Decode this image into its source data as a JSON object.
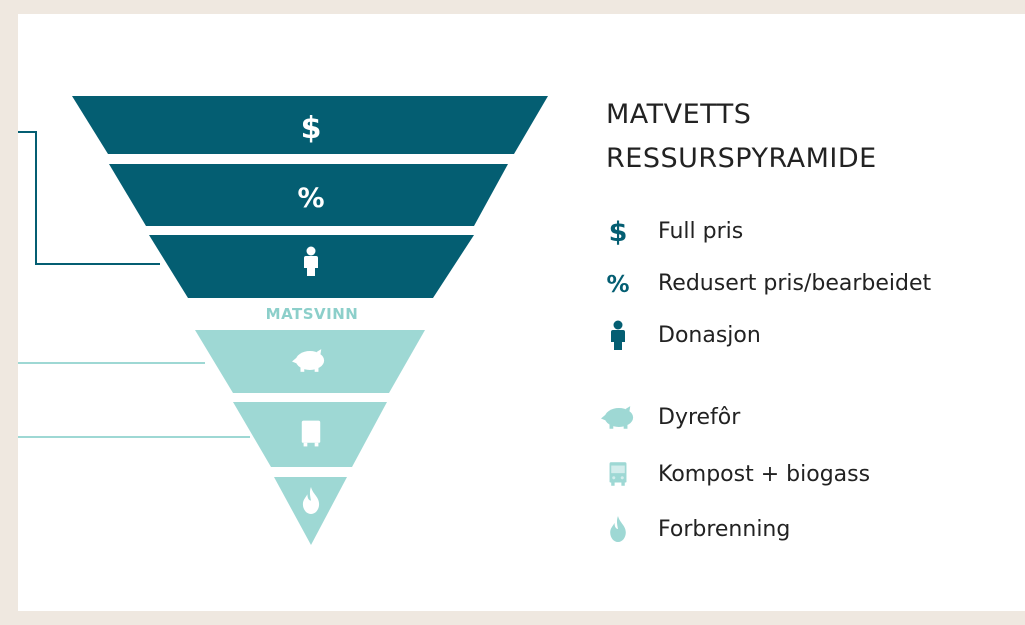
{
  "title": {
    "line1": "MATVETTS",
    "line2": "RESSURSPYRAMIDE"
  },
  "colors": {
    "dark": "#045e72",
    "light": "#9ed8d4",
    "text": "#222222",
    "background": "#ffffff",
    "frame": "#efe8e0"
  },
  "pyramid": {
    "divider_label": "MATSVINN",
    "levels": [
      {
        "icon": "dollar-icon",
        "symbol": "$",
        "tone": "dark"
      },
      {
        "icon": "percent-icon",
        "symbol": "%",
        "tone": "dark"
      },
      {
        "icon": "person-icon",
        "symbol": "",
        "tone": "dark"
      },
      {
        "icon": "pig-icon",
        "symbol": "",
        "tone": "light"
      },
      {
        "icon": "bin-icon",
        "symbol": "",
        "tone": "light"
      },
      {
        "icon": "flame-icon",
        "symbol": "",
        "tone": "light"
      }
    ]
  },
  "legend": [
    {
      "icon": "dollar-icon",
      "label": "Full pris",
      "tone": "dark"
    },
    {
      "icon": "percent-icon",
      "label": "Redusert pris/bearbeidet",
      "tone": "dark"
    },
    {
      "icon": "person-icon",
      "label": "Donasjon",
      "tone": "dark"
    },
    {
      "icon": "pig-icon",
      "label": "Dyrefôr",
      "tone": "light"
    },
    {
      "icon": "bin-icon",
      "label": "Kompost + biogass",
      "tone": "light"
    },
    {
      "icon": "flame-icon",
      "label": "Forbrenning",
      "tone": "light"
    }
  ]
}
